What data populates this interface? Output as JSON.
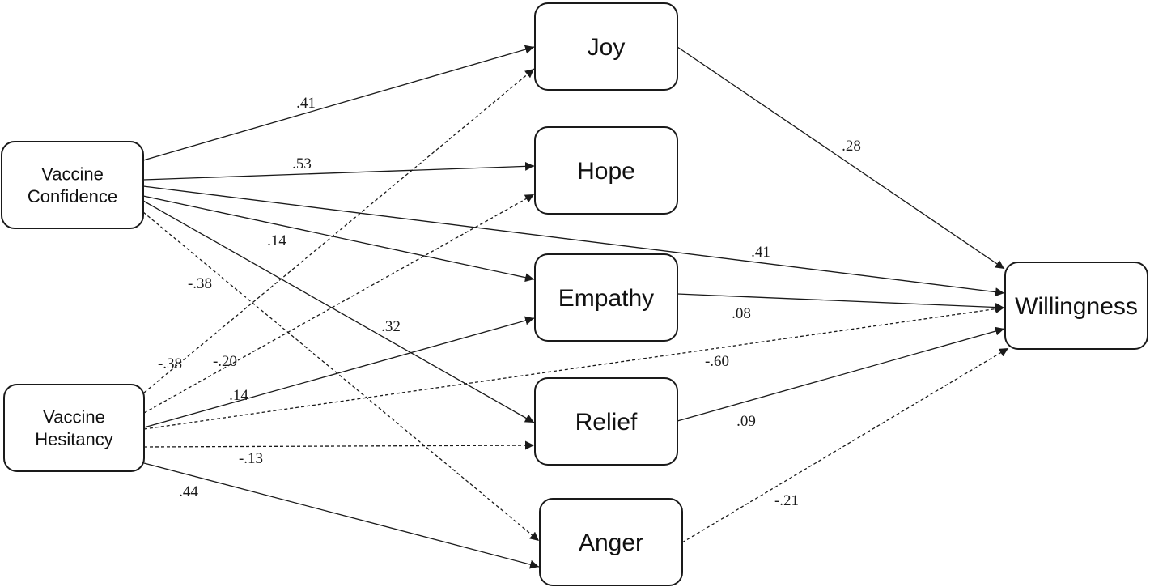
{
  "nodes": [
    {
      "id": "vc",
      "lines": [
        "Vaccine",
        "Confidence"
      ]
    },
    {
      "id": "vh",
      "lines": [
        "Vaccine",
        "Hesitancy"
      ]
    },
    {
      "id": "joy",
      "lines": [
        "Joy"
      ]
    },
    {
      "id": "hope",
      "lines": [
        "Hope"
      ]
    },
    {
      "id": "empathy",
      "lines": [
        "Empathy"
      ]
    },
    {
      "id": "relief",
      "lines": [
        "Relief"
      ]
    },
    {
      "id": "anger",
      "lines": [
        "Anger"
      ]
    },
    {
      "id": "will",
      "lines": [
        "Willingness"
      ]
    }
  ],
  "edges": [
    {
      "from": "vc",
      "to": "joy",
      "coef": ".41",
      "style": "solid"
    },
    {
      "from": "vc",
      "to": "hope",
      "coef": ".53",
      "style": "solid"
    },
    {
      "from": "vc",
      "to": "empathy",
      "coef": ".14",
      "style": "solid"
    },
    {
      "from": "vc",
      "to": "relief",
      "coef": ".32",
      "style": "solid"
    },
    {
      "from": "vc",
      "to": "anger",
      "coef": "-.38",
      "style": "dashed"
    },
    {
      "from": "vc",
      "to": "will",
      "coef": ".41",
      "style": "solid"
    },
    {
      "from": "vh",
      "to": "joy",
      "coef": "-.38",
      "style": "dashed"
    },
    {
      "from": "vh",
      "to": "hope",
      "coef": "-.20",
      "style": "dashed"
    },
    {
      "from": "vh",
      "to": "empathy",
      "coef": ".14",
      "style": "solid"
    },
    {
      "from": "vh",
      "to": "relief",
      "coef": "-.13",
      "style": "dashed"
    },
    {
      "from": "vh",
      "to": "anger",
      "coef": ".44",
      "style": "solid"
    },
    {
      "from": "vh",
      "to": "will",
      "coef": "-.60",
      "style": "dashed"
    },
    {
      "from": "joy",
      "to": "will",
      "coef": ".28",
      "style": "solid"
    },
    {
      "from": "empathy",
      "to": "will",
      "coef": ".08",
      "style": "solid"
    },
    {
      "from": "relief",
      "to": "will",
      "coef": ".09",
      "style": "solid"
    },
    {
      "from": "anger",
      "to": "will",
      "coef": "-.21",
      "style": "dashed"
    }
  ]
}
